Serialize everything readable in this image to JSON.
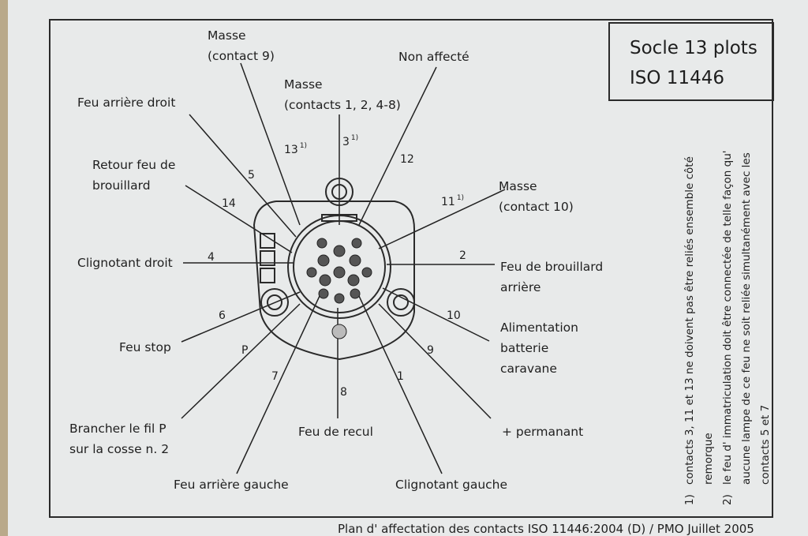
{
  "title": {
    "line1": "Socle 13 plots",
    "line2": "ISO 11446"
  },
  "labels": {
    "masse9": "Masse\n(contact 9)",
    "nonaffecte": "Non affecté",
    "masse148": "Masse\n(contacts 1, 2, 4-8)",
    "feuarrdroit": "Feu arrière droit",
    "retourfeu": "Retour feu de\nbrouillard",
    "clignodroit": "Clignotant droit",
    "feustop": "Feu stop",
    "brancher": "Brancher le fil P\nsur la cosse n. 2",
    "feuarrgauche": "Feu arrière gauche",
    "feurecul": "Feu de recul",
    "clignogauche": "Clignotant gauche",
    "permanant": "+ permanant",
    "alimentation": "Alimentation\nbatterie\ncaravane",
    "feubrouillard": "Feu de brouillard\narrière",
    "masse10": "Masse\n(contact 10)"
  },
  "pins": {
    "p13": "13",
    "p3": "3",
    "p12": "12",
    "p5": "5",
    "p14": "14",
    "p11": "11",
    "p4": "4",
    "p2": "2",
    "p6": "6",
    "p10": "10",
    "pP": "P",
    "p9": "9",
    "p7": "7",
    "p1": "1",
    "p8": "8",
    "sup1": "1)"
  },
  "notes": [
    {
      "num": "1)",
      "text": "contacts 3, 11 et 13 ne doivent pas être reliés ensemble côté remorque"
    },
    {
      "num": "2)",
      "text": "le feu d' immatriculation doit être connectée de telle façon qu' aucune lampe de ce feu ne soit reliée simultanément avec les contacts 5 et 7"
    }
  ],
  "footer": "Plan d' affectation des contacts ISO 11446:2004 (D) / PMO Juillet 2005",
  "colors": {
    "paper": "#e8eaea",
    "ink": "#1f1f1f",
    "background": "#3f4a55"
  }
}
